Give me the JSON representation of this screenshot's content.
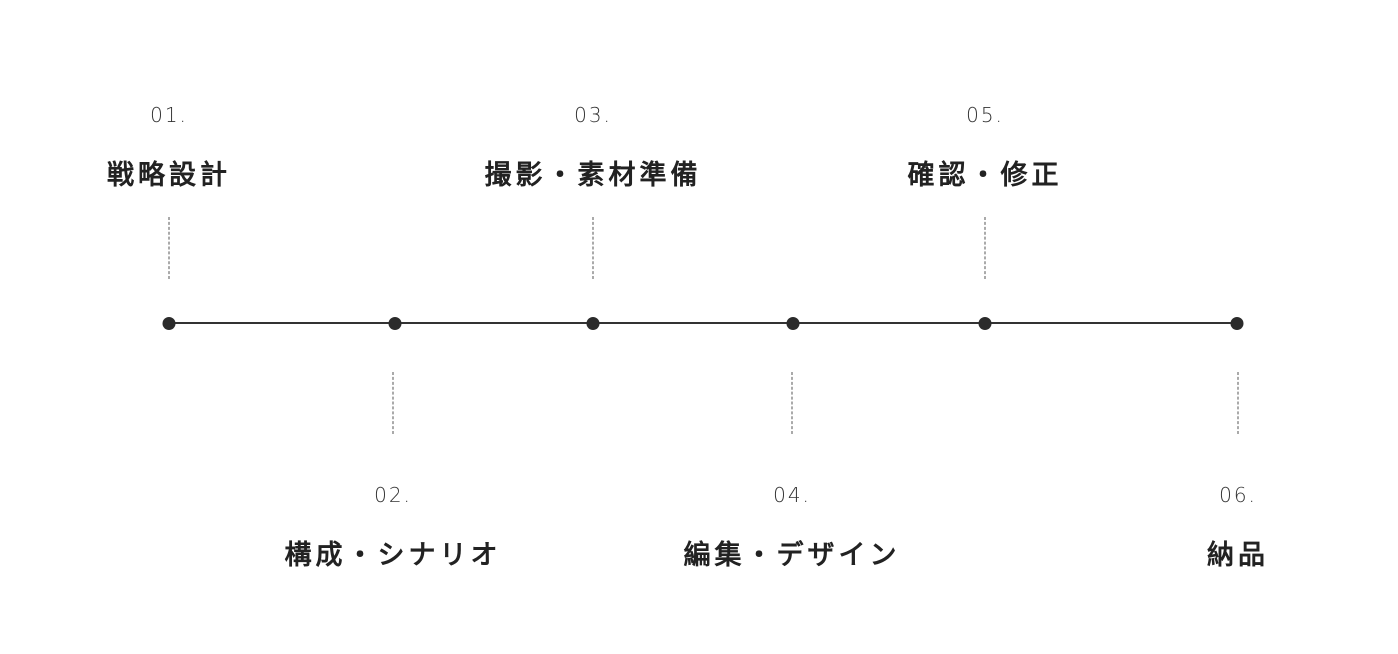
{
  "steps": [
    {
      "number": "01.",
      "title": "戦略設計"
    },
    {
      "number": "02.",
      "title": "構成・シナリオ"
    },
    {
      "number": "03.",
      "title": "撮影・素材準備"
    },
    {
      "number": "04.",
      "title": "編集・デザイン"
    },
    {
      "number": "05.",
      "title": "確認・修正"
    },
    {
      "number": "06.",
      "title": "納品"
    }
  ]
}
